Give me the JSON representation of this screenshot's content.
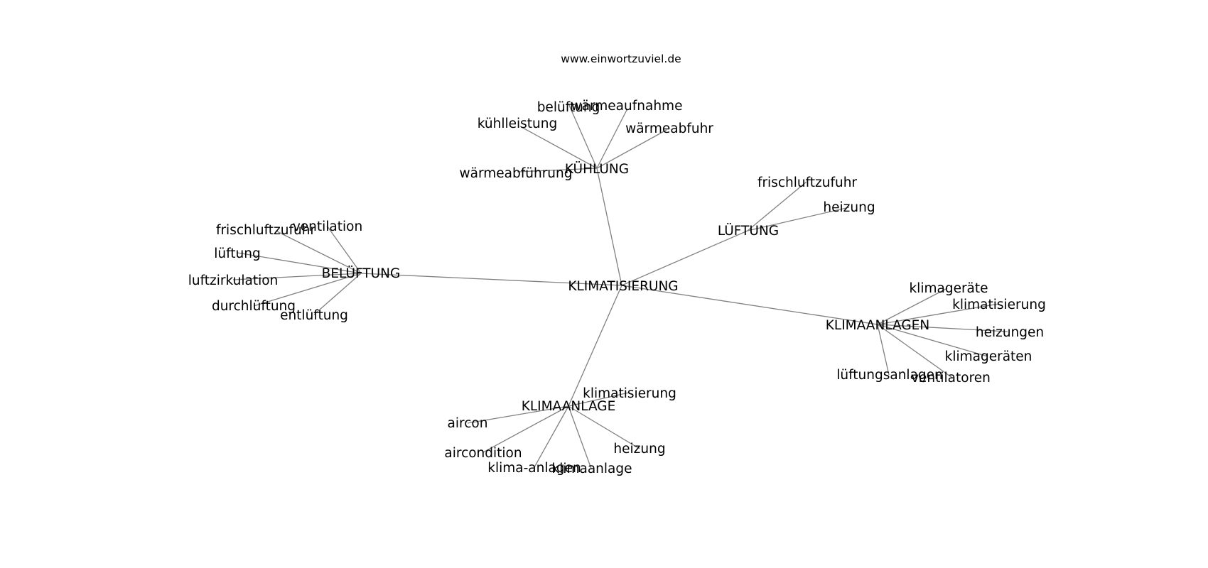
{
  "source": "www.einwortzuviel.de",
  "center": "KLIMATISIERUNG",
  "groups": [
    {
      "label": "KÜHLUNG",
      "children": [
        "belüftung",
        "wärmeaufnahme",
        "kühlleistung",
        "wärmeabfuhr",
        "wärmeabführung"
      ]
    },
    {
      "label": "LÜFTUNG",
      "children": [
        "frischluftzufuhr",
        "heizung"
      ]
    },
    {
      "label": "BELÜFTUNG",
      "children": [
        "frischluftzufuhr",
        "ventilation",
        "lüftung",
        "luftzirkulation",
        "durchlüftung",
        "entlüftung"
      ]
    },
    {
      "label": "KLIMAANLAGEN",
      "children": [
        "klimageräte",
        "klimatisierung",
        "heizungen",
        "klimageräten",
        "lüftungsanlagen",
        "ventilatoren"
      ]
    },
    {
      "label": "KLIMAANLAGE",
      "children": [
        "klimatisierung",
        "aircon",
        "aircondition",
        "klima-anlagen",
        "klimaanlage",
        "heizung"
      ]
    }
  ],
  "colors": {
    "edge": "#808080",
    "text": "#000000",
    "background": "#ffffff"
  }
}
